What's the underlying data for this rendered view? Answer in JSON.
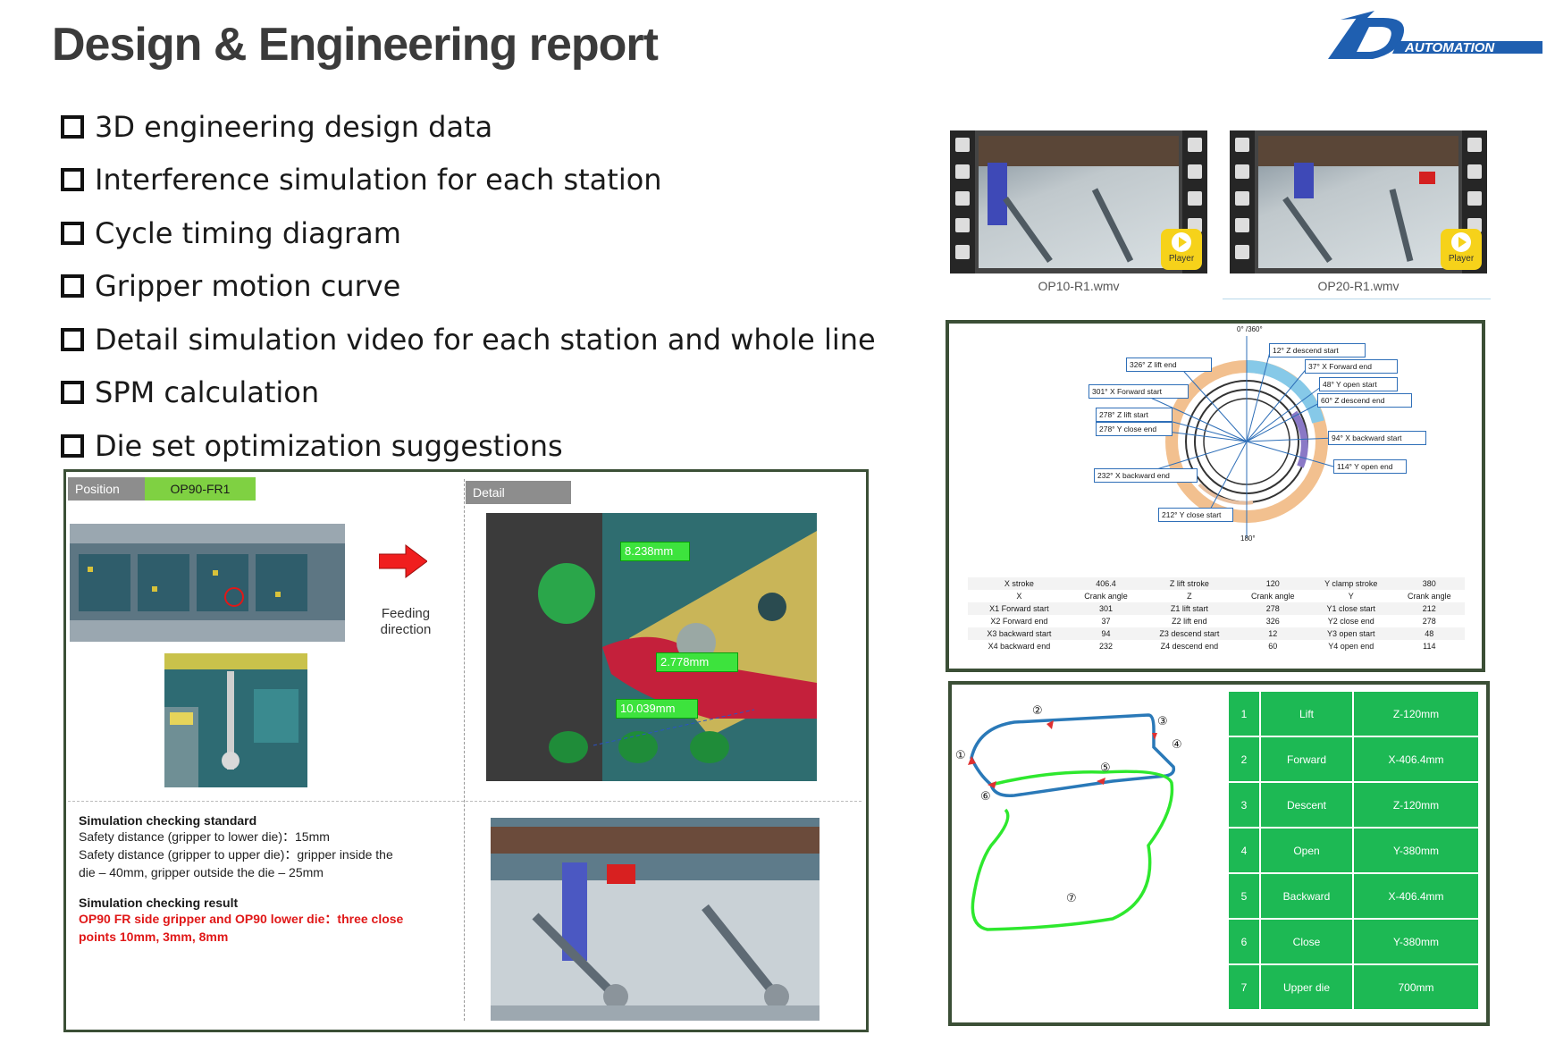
{
  "header": {
    "title": "Design & Engineering report",
    "logo_text": "AUTOMATION"
  },
  "bullets": [
    "3D engineering design data",
    "Interference simulation for each station",
    "Cycle timing diagram",
    "Gripper motion curve",
    "Detail simulation video for each station and whole line",
    "SPM calculation",
    "Die set optimization suggestions"
  ],
  "report": {
    "position_label": "Position",
    "position_value": "OP90-FR1",
    "detail_label": "Detail",
    "feeding_direction": "Feeding direction",
    "measurements": [
      "8.238mm",
      "2.778mm",
      "10.039mm"
    ],
    "standard_title": "Simulation checking standard",
    "standard_line1": "Safety distance (gripper to lower die)：15mm",
    "standard_line2": "Safety distance (gripper to upper die)：gripper inside the",
    "standard_line3": "die – 40mm, gripper outside the die – 25mm",
    "result_title": "Simulation checking result",
    "result_line1": "OP90 FR side gripper and OP90 lower die：three close",
    "result_line2": "points 10mm, 3mm, 8mm"
  },
  "videos": [
    {
      "file": "OP10-R1.wmv",
      "player": "Player"
    },
    {
      "file": "OP20-R1.wmv",
      "player": "Player"
    }
  ],
  "timing": {
    "top_label": "0° /360°",
    "bottom_label": "180°",
    "labels": [
      "326° Z lift end",
      "12° Z descend start",
      "37° X Forward end",
      "48° Y open start",
      "60° Z descend end",
      "301° X Forward start",
      "278° Z lift start",
      "278° Y close end",
      "94° X backward start",
      "114° Y open end",
      "232° X backward end",
      "212° Y close start"
    ],
    "table": [
      [
        "X stroke",
        "406.4",
        "Z lift stroke",
        "120",
        "Y clamp stroke",
        "380"
      ],
      [
        "X",
        "Crank angle",
        "Z",
        "Crank angle",
        "Y",
        "Crank angle"
      ],
      [
        "X1 Forward start",
        "301",
        "Z1 lift start",
        "278",
        "Y1 close start",
        "212"
      ],
      [
        "X2 Forward end",
        "37",
        "Z2 lift end",
        "326",
        "Y2 close end",
        "278"
      ],
      [
        "X3 backward start",
        "94",
        "Z3 descend start",
        "12",
        "Y3 open start",
        "48"
      ],
      [
        "X4 backward end",
        "232",
        "Z4 descend end",
        "60",
        "Y4 open end",
        "114"
      ]
    ]
  },
  "motion": {
    "markers": [
      "①",
      "②",
      "③",
      "④",
      "⑤",
      "⑥",
      "⑦"
    ],
    "steps": [
      {
        "no": "1",
        "action": "Lift",
        "value": "Z-120mm"
      },
      {
        "no": "2",
        "action": "Forward",
        "value": "X-406.4mm"
      },
      {
        "no": "3",
        "action": "Descent",
        "value": "Z-120mm"
      },
      {
        "no": "4",
        "action": "Open",
        "value": "Y-380mm"
      },
      {
        "no": "5",
        "action": "Backward",
        "value": "X-406.4mm"
      },
      {
        "no": "6",
        "action": "Close",
        "value": "Y-380mm"
      },
      {
        "no": "7",
        "action": "Upper die",
        "value": "700mm"
      }
    ]
  }
}
